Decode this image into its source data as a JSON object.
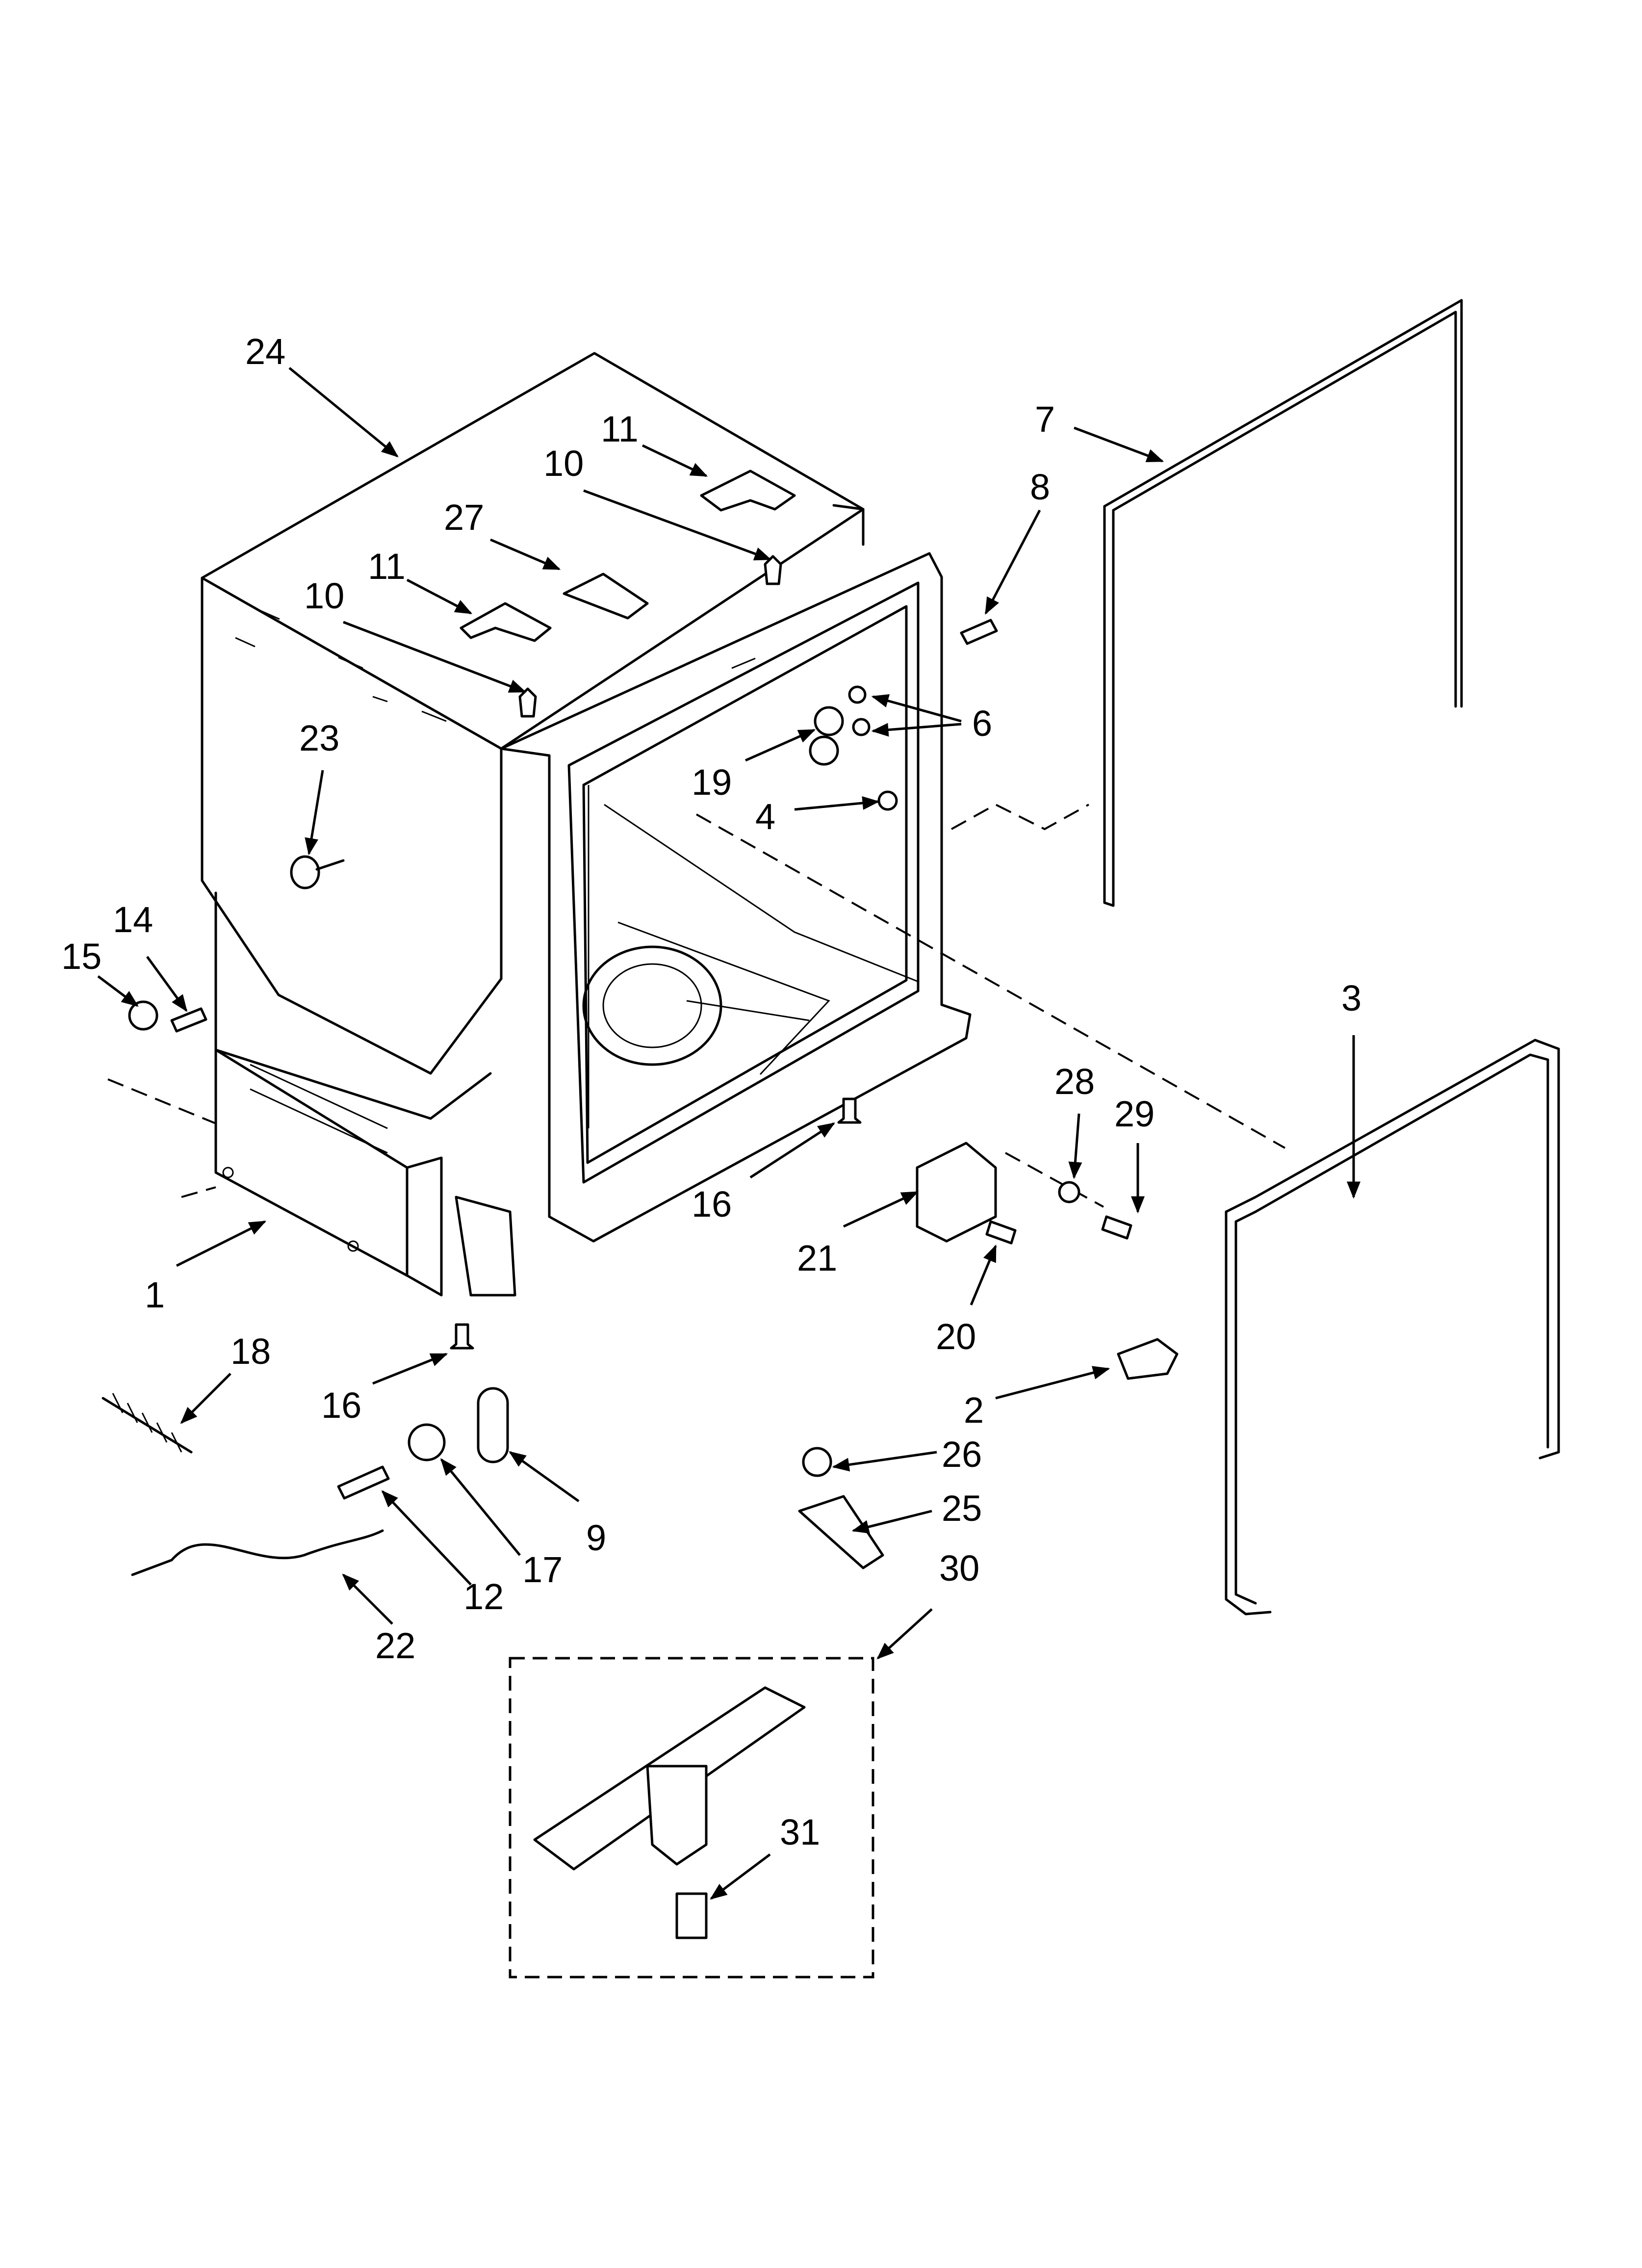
{
  "diagram": {
    "type": "exploded-parts-view",
    "callouts": {
      "c24": "24",
      "c11a": "11",
      "c10a": "10",
      "c27": "27",
      "c11b": "11",
      "c10b": "10",
      "c7": "7",
      "c8": "8",
      "c6": "6",
      "c19": "19",
      "c23": "23",
      "c4": "4",
      "c14": "14",
      "c15": "15",
      "c3": "3",
      "c28": "28",
      "c29": "29",
      "c16a": "16",
      "c21": "21",
      "c1": "1",
      "c20": "20",
      "c18": "18",
      "c16b": "16",
      "c2": "2",
      "c26": "26",
      "c25": "25",
      "c9": "9",
      "c17": "17",
      "c12": "12",
      "c30": "30",
      "c22": "22",
      "c31": "31"
    }
  }
}
